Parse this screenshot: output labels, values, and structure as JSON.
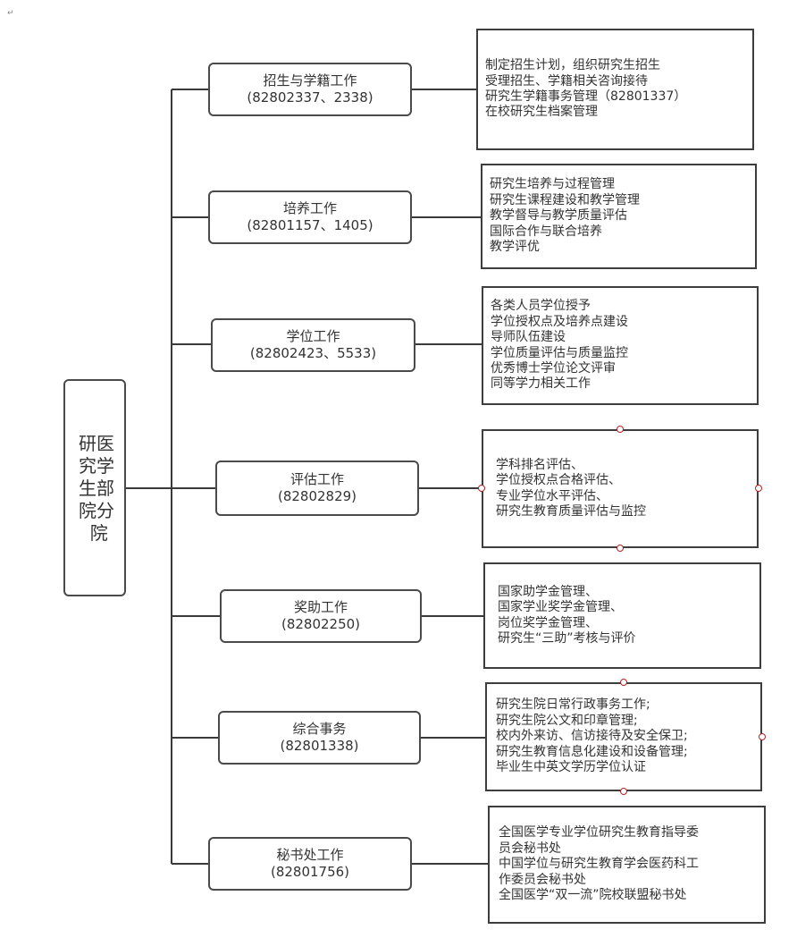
{
  "root": {
    "label_lines": [
      "研医",
      "究学",
      "生部",
      "院分",
      "  院"
    ]
  },
  "branches": [
    {
      "title": "招生与学籍工作",
      "phone": "(82802337、2338)",
      "items": [
        "制定招生计划，组织研究生招生",
        "受理招生、学籍相关咨询接待",
        "研究生学籍事务管理（82801337）",
        "在校研究生档案管理"
      ]
    },
    {
      "title": "培养工作",
      "phone": "(82801157、1405)",
      "items": [
        "研究生培养与过程管理",
        "研究生课程建设和教学管理",
        "教学督导与教学质量评估",
        "国际合作与联合培养",
        "教学评优"
      ]
    },
    {
      "title": "学位工作",
      "phone": "(82802423、5533)",
      "items": [
        "各类人员学位授予",
        "学位授权点及培养点建设",
        "导师队伍建设",
        "学位质量评估与质量监控",
        "优秀博士学位论文评审",
        "同等学力相关工作"
      ]
    },
    {
      "title": "评估工作",
      "phone": "(82802829)",
      "items": [
        "学科排名评估、",
        "学位授权点合格评估、",
        "专业学位水平评估、",
        "研究生教育质量评估与监控"
      ]
    },
    {
      "title": "奖助工作",
      "phone": "(82802250)",
      "items": [
        "国家助学金管理、",
        "国家学业奖学金管理、",
        "岗位奖学金管理、",
        "研究生“三助”考核与评价"
      ]
    },
    {
      "title": "综合事务",
      "phone": "(82801338)",
      "items": [
        "研究生院日常行政事务工作;",
        "研究生院公文和印章管理;",
        "校内外来访、信访接待及安全保卫;",
        "研究生教育信息化建设和设备管理;",
        "毕业生中英文学历学位认证"
      ]
    },
    {
      "title": "秘书处工作",
      "phone": "(82801756)",
      "items": [
        "全国医学专业学位研究生教育指导委",
        "员会秘书处",
        "中国学位与研究生教育学会医药科工",
        "作委员会秘书处",
        "全国医学“双一流”院校联盟秘书处"
      ]
    }
  ],
  "colors": {
    "line": "#3a3a3a",
    "handle": "#b22222"
  }
}
